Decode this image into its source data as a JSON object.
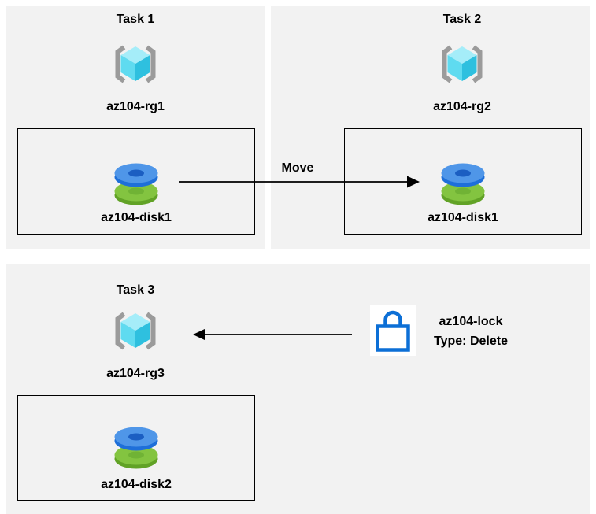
{
  "diagram": {
    "tasks": [
      {
        "title": "Task 1",
        "resource_group": "az104-rg1",
        "disk": "az104-disk1"
      },
      {
        "title": "Task 2",
        "resource_group": "az104-rg2",
        "disk": "az104-disk1"
      },
      {
        "title": "Task 3",
        "resource_group": "az104-rg3",
        "disk": "az104-disk2"
      }
    ],
    "move_arrow_label": "Move",
    "lock": {
      "name": "az104-lock",
      "type": "Type: Delete"
    },
    "icons": {
      "resource_group": "azure-resource-group-icon",
      "disk": "azure-managed-disk-icon",
      "lock": "lock-icon"
    }
  },
  "colors": {
    "panel_bg": "#f2f2f2",
    "box_border": "#000000",
    "arrow_color": "#000000",
    "bracket_gray": "#9b9b9b",
    "cube_top": "#a5edf9",
    "cube_left": "#5fdbf0",
    "cube_right": "#2ec0df",
    "disk_blue_top": "#4f96e8",
    "disk_blue_side": "#1e6fd9",
    "disk_blue_hole": "#1b5ec2",
    "disk_green_top": "#83c440",
    "disk_green_side": "#61a226",
    "disk_green_hole": "#70b335",
    "lock_blue": "#0c6fd6"
  }
}
